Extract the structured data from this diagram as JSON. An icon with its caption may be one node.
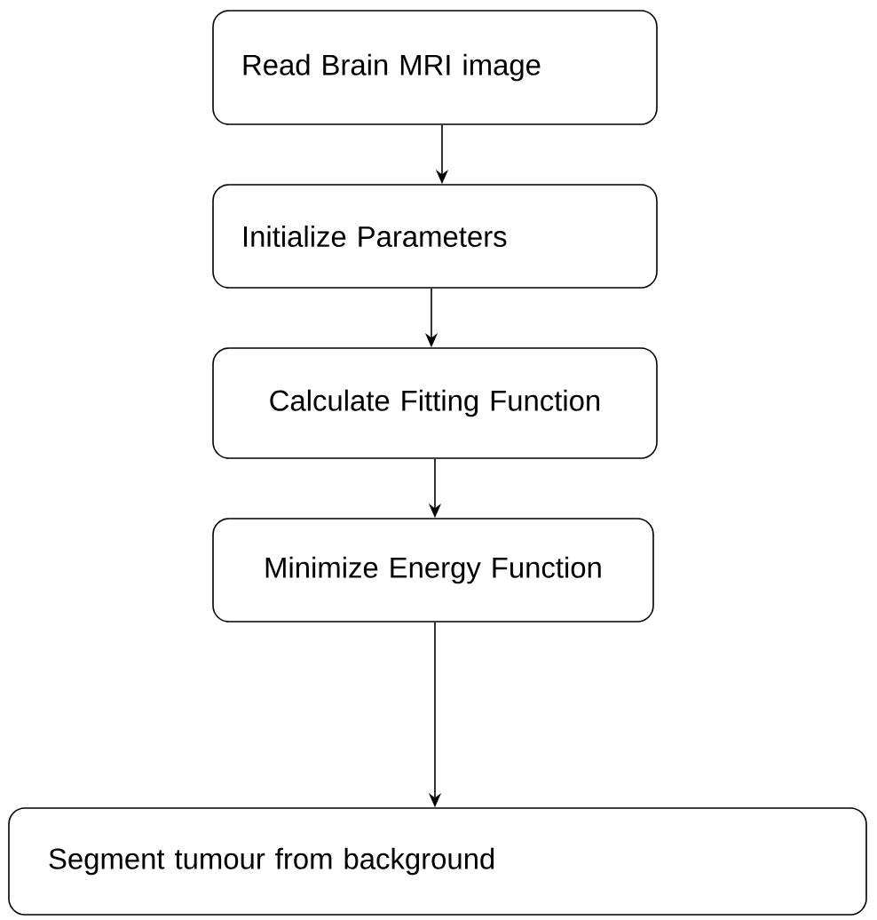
{
  "diagram": {
    "nodes": [
      {
        "text": [
          "Read Brain MRI image"
        ]
      },
      {
        "text": [
          "Initialize Parameters"
        ]
      },
      {
        "text": [
          "Calculate Fitting Function"
        ]
      },
      {
        "text": [
          "Minimize Energy Function"
        ]
      },
      {
        "text": [
          "Segment tumour from background"
        ]
      }
    ],
    "edges": [
      {
        "from": 0,
        "to": 1,
        "arrow": "to"
      },
      {
        "from": 1,
        "to": 2,
        "arrow": "to"
      },
      {
        "from": 2,
        "to": 3,
        "arrow": "to"
      },
      {
        "from": 3,
        "to": 4,
        "arrow": "to"
      }
    ]
  }
}
